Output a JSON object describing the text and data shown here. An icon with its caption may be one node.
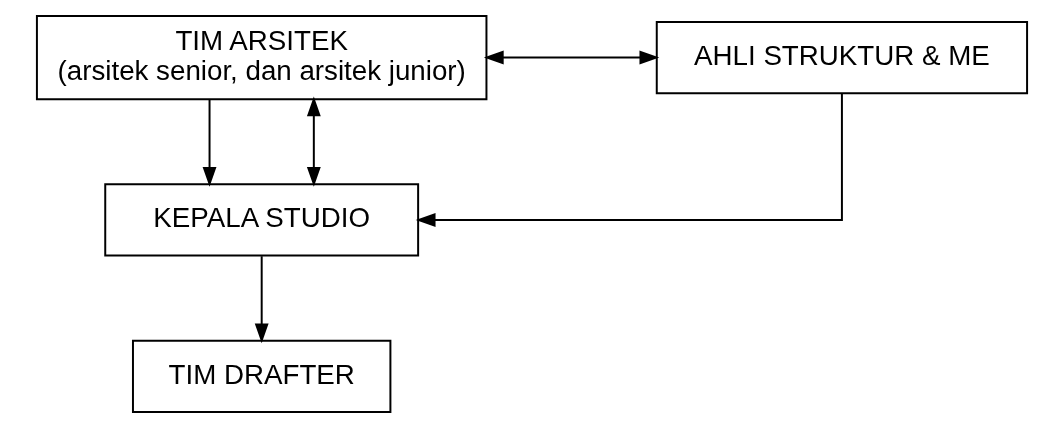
{
  "diagram": {
    "nodes": [
      {
        "text": [
          "TIM ARSITEK",
          "(arsitek senior, dan arsitek junior)"
        ]
      },
      {
        "text": [
          "AHLI STRUKTUR & ME"
        ]
      },
      {
        "text": [
          "KEPALA STUDIO"
        ]
      },
      {
        "text": [
          "TIM DRAFTER"
        ]
      }
    ],
    "edges": [
      {
        "from": 0,
        "to": 1,
        "arrow": "both"
      },
      {
        "from": 0,
        "to": 2,
        "arrow": "to"
      },
      {
        "from": 1,
        "to": 2,
        "arrow": "to"
      },
      {
        "from": 0,
        "to": 2,
        "arrow": "both"
      },
      {
        "from": 2,
        "to": 3,
        "arrow": "to"
      }
    ]
  }
}
